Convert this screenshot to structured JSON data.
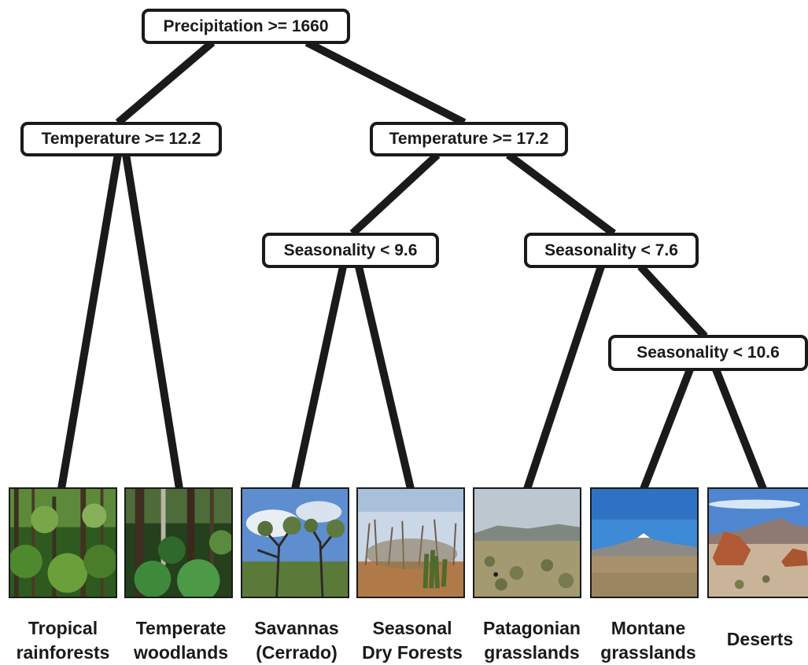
{
  "nodes": {
    "root": "Precipitation >= 1660",
    "temp_left": "Temperature >= 12.2",
    "temp_right": "Temperature >= 17.2",
    "seas_left": "Seasonality < 9.6",
    "seas_right": "Seasonality < 7.6",
    "seas_lower": "Seasonality < 10.6"
  },
  "leaves": [
    {
      "line1": "Tropical",
      "line2": "rainforests"
    },
    {
      "line1": "Temperate",
      "line2": "woodlands"
    },
    {
      "line1": "Savannas",
      "line2": "(Cerrado)"
    },
    {
      "line1": "Seasonal",
      "line2": "Dry Forests"
    },
    {
      "line1": "Patagonian",
      "line2": "grasslands"
    },
    {
      "line1": "Montane",
      "line2": "grasslands"
    },
    {
      "line1": "Deserts",
      "line2": ""
    }
  ],
  "colors": {
    "line": "#1a1a1a",
    "node_border": "#1a1a1a"
  }
}
